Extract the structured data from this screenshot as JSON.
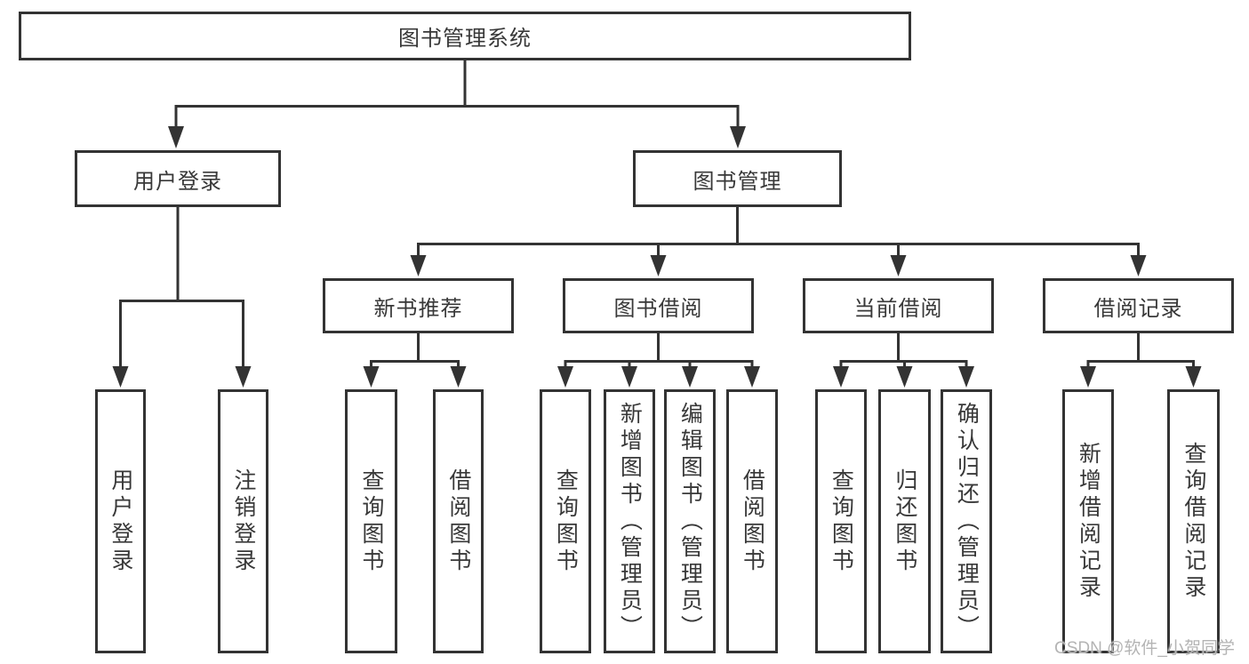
{
  "tree": {
    "label": "图书管理系统",
    "children": [
      {
        "label": "用户登录",
        "children": [
          {
            "label": "用户登录"
          },
          {
            "label": "注销登录"
          }
        ]
      },
      {
        "label": "图书管理",
        "children": [
          {
            "label": "新书推荐",
            "children": [
              {
                "label": "查询图书"
              },
              {
                "label": "借阅图书"
              }
            ]
          },
          {
            "label": "图书借阅",
            "children": [
              {
                "label": "查询图书"
              },
              {
                "label": "新增图书（管理员）"
              },
              {
                "label": "编辑图书（管理员）"
              },
              {
                "label": "借阅图书"
              }
            ]
          },
          {
            "label": "当前借阅",
            "children": [
              {
                "label": "查询图书"
              },
              {
                "label": "归还图书"
              },
              {
                "label": "确认归还（管理员）"
              }
            ]
          },
          {
            "label": "借阅记录",
            "children": [
              {
                "label": "新增借阅记录"
              },
              {
                "label": "查询借阅记录"
              }
            ]
          }
        ]
      }
    ]
  },
  "watermark": {
    "text": "CSDN @软件_小贺同学"
  },
  "colors": {
    "line": "#333333",
    "text": "#383838",
    "background": "#ffffff",
    "watermark": "#b4b4b4"
  }
}
